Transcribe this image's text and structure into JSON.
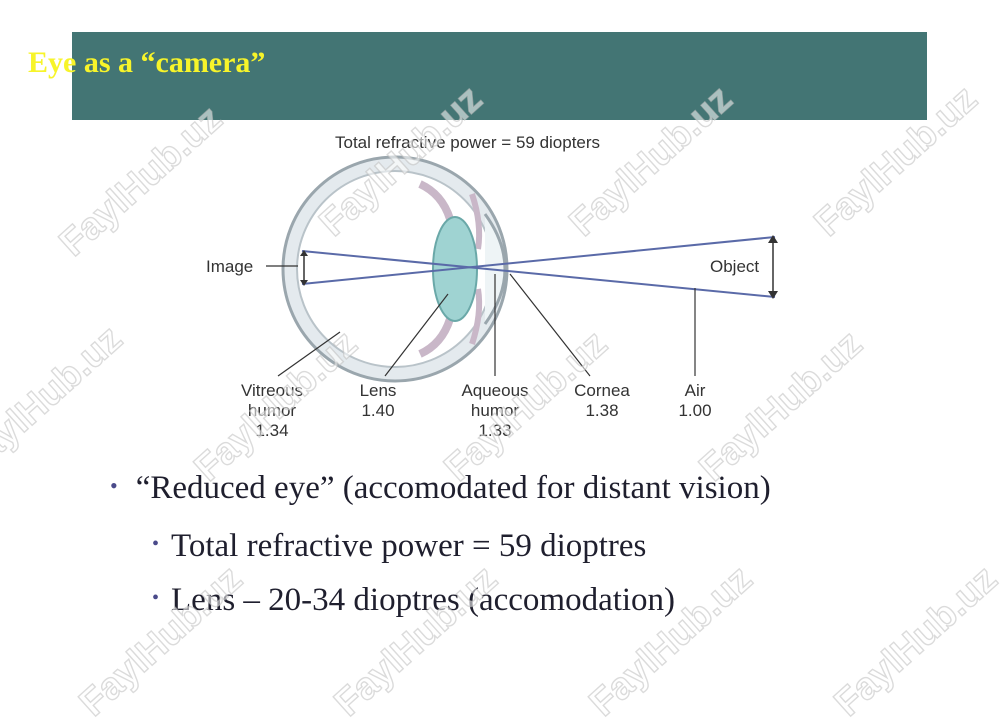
{
  "slide": {
    "title": "Eye as a “camera”",
    "colors": {
      "title_bar": "#437574",
      "title_text": "#f7f42a",
      "ray": "#5a6aa8"
    }
  },
  "figure": {
    "heading": "Total refractive power = 59 diopters",
    "image_label": "Image",
    "object_label": "Object",
    "parts": [
      {
        "name": "Vitreous",
        "line2": "humor",
        "index": "1.34"
      },
      {
        "name": "Lens",
        "line2": "",
        "index": "1.40"
      },
      {
        "name": "Aqueous",
        "line2": "humor",
        "index": "1.33"
      },
      {
        "name": "Cornea",
        "line2": "",
        "index": "1.38"
      },
      {
        "name": "Air",
        "line2": "",
        "index": "1.00"
      }
    ]
  },
  "bullets": [
    {
      "level": 1,
      "text": "“Reduced eye” (accomodated for distant vision)"
    },
    {
      "level": 2,
      "text": "Total refractive power = 59 dioptres"
    },
    {
      "level": 2,
      "text": "Lens – 20-34 dioptres (accomodation)"
    }
  ],
  "watermark": "FaylHub.uz"
}
